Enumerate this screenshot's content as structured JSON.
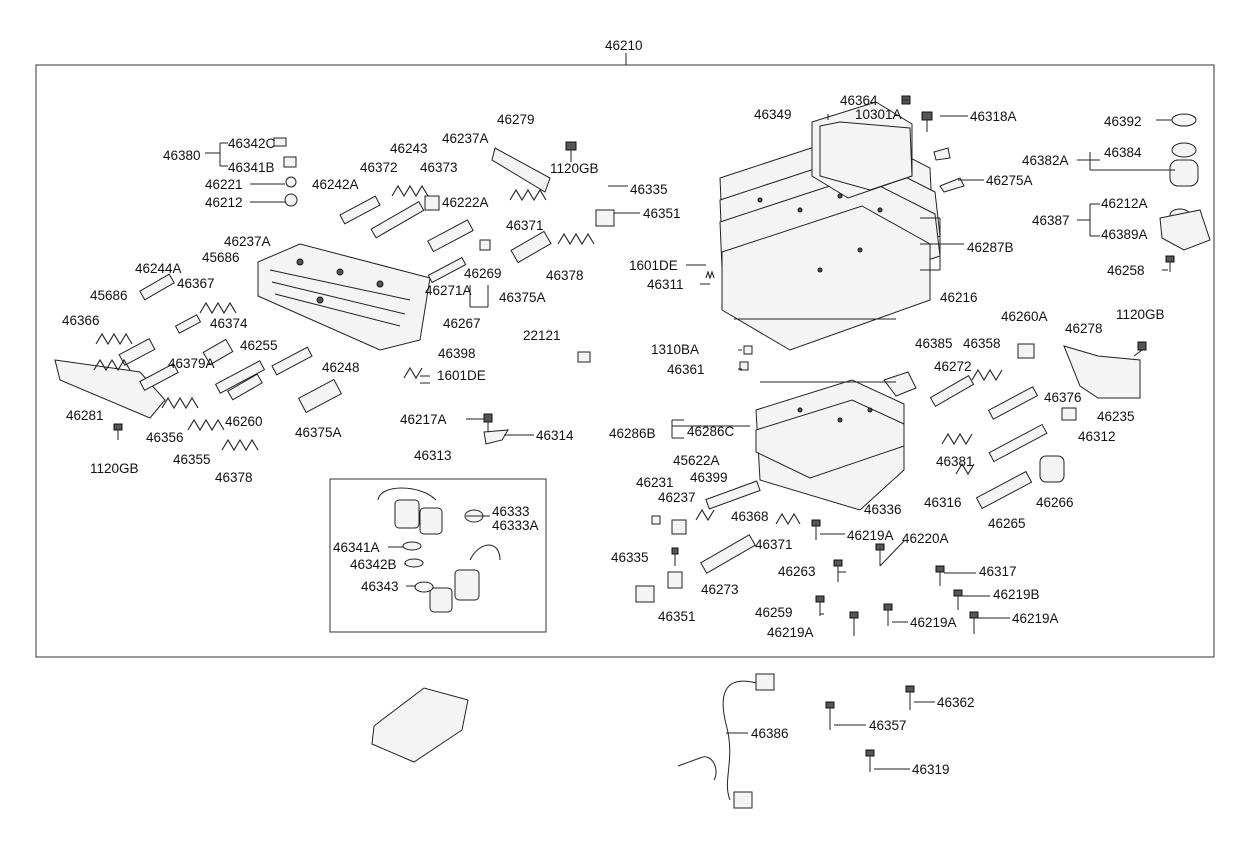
{
  "diagram": {
    "assembly_label": "46210",
    "labels": [
      {
        "id": "a1",
        "text": "46342C"
      },
      {
        "id": "a2",
        "text": "46380"
      },
      {
        "id": "a3",
        "text": "46341B"
      },
      {
        "id": "a4",
        "text": "46221"
      },
      {
        "id": "a5",
        "text": "46212"
      },
      {
        "id": "a6",
        "text": "46242A"
      },
      {
        "id": "a7",
        "text": "46243"
      },
      {
        "id": "a8",
        "text": "46372"
      },
      {
        "id": "a9",
        "text": "46373"
      },
      {
        "id": "a10",
        "text": "46237A"
      },
      {
        "id": "a11",
        "text": "46279"
      },
      {
        "id": "a12",
        "text": "1120GB"
      },
      {
        "id": "a13",
        "text": "46222A"
      },
      {
        "id": "a14",
        "text": "46371"
      },
      {
        "id": "a15",
        "text": "46335"
      },
      {
        "id": "a16",
        "text": "46351"
      },
      {
        "id": "a17",
        "text": "46237A"
      },
      {
        "id": "a18",
        "text": "45686"
      },
      {
        "id": "a19",
        "text": "46244A"
      },
      {
        "id": "a20",
        "text": "46367"
      },
      {
        "id": "a21",
        "text": "45686"
      },
      {
        "id": "a22",
        "text": "46366"
      },
      {
        "id": "a23",
        "text": "46374"
      },
      {
        "id": "a24",
        "text": "46379A"
      },
      {
        "id": "a25",
        "text": "46255"
      },
      {
        "id": "a26",
        "text": "46248"
      },
      {
        "id": "a27",
        "text": "46269"
      },
      {
        "id": "a28",
        "text": "46271A"
      },
      {
        "id": "a29",
        "text": "46267"
      },
      {
        "id": "a30",
        "text": "46375A"
      },
      {
        "id": "a31",
        "text": "46378"
      },
      {
        "id": "a32",
        "text": "22121"
      },
      {
        "id": "a33",
        "text": "46398"
      },
      {
        "id": "a34",
        "text": "1601DE"
      },
      {
        "id": "a35",
        "text": "46281"
      },
      {
        "id": "a36",
        "text": "46356"
      },
      {
        "id": "a37",
        "text": "46260"
      },
      {
        "id": "a38",
        "text": "46375A"
      },
      {
        "id": "a39",
        "text": "1120GB"
      },
      {
        "id": "a40",
        "text": "46355"
      },
      {
        "id": "a41",
        "text": "46378"
      },
      {
        "id": "a42",
        "text": "46217A"
      },
      {
        "id": "a43",
        "text": "46314"
      },
      {
        "id": "a44",
        "text": "46313"
      },
      {
        "id": "a45",
        "text": "46333"
      },
      {
        "id": "a46",
        "text": "46333A"
      },
      {
        "id": "a47",
        "text": "46341A"
      },
      {
        "id": "a48",
        "text": "46342B"
      },
      {
        "id": "a49",
        "text": "46343"
      },
      {
        "id": "b1",
        "text": "46364"
      },
      {
        "id": "b2",
        "text": "46349"
      },
      {
        "id": "b3",
        "text": "10301A"
      },
      {
        "id": "b4",
        "text": "46318A"
      },
      {
        "id": "b5",
        "text": "46392"
      },
      {
        "id": "b6",
        "text": "46384"
      },
      {
        "id": "b7",
        "text": "46382A"
      },
      {
        "id": "b8",
        "text": "46275A"
      },
      {
        "id": "b9",
        "text": "46212A"
      },
      {
        "id": "b10",
        "text": "46387"
      },
      {
        "id": "b11",
        "text": "46389A"
      },
      {
        "id": "b12",
        "text": "46287B"
      },
      {
        "id": "b13",
        "text": "1601DE"
      },
      {
        "id": "b14",
        "text": "46311"
      },
      {
        "id": "b15",
        "text": "46258"
      },
      {
        "id": "b16",
        "text": "46216"
      },
      {
        "id": "b17",
        "text": "1120GB"
      },
      {
        "id": "b18",
        "text": "46260A"
      },
      {
        "id": "b19",
        "text": "46278"
      },
      {
        "id": "b20",
        "text": "1310BA"
      },
      {
        "id": "b21",
        "text": "46385"
      },
      {
        "id": "b22",
        "text": "46358"
      },
      {
        "id": "b23",
        "text": "46361"
      },
      {
        "id": "b24",
        "text": "46272"
      },
      {
        "id": "b25",
        "text": "46376"
      },
      {
        "id": "b26",
        "text": "46235"
      },
      {
        "id": "b27",
        "text": "46286B"
      },
      {
        "id": "b28",
        "text": "46286C"
      },
      {
        "id": "b29",
        "text": "46312"
      },
      {
        "id": "b30",
        "text": "45622A"
      },
      {
        "id": "b31",
        "text": "46231"
      },
      {
        "id": "b32",
        "text": "46399"
      },
      {
        "id": "b33",
        "text": "46237"
      },
      {
        "id": "b34",
        "text": "46381"
      },
      {
        "id": "b35",
        "text": "46368"
      },
      {
        "id": "b36",
        "text": "46316"
      },
      {
        "id": "b37",
        "text": "46266"
      },
      {
        "id": "b38",
        "text": "46336"
      },
      {
        "id": "b39",
        "text": "46265"
      },
      {
        "id": "b40",
        "text": "46371"
      },
      {
        "id": "b41",
        "text": "46219A"
      },
      {
        "id": "b42",
        "text": "46220A"
      },
      {
        "id": "b43",
        "text": "46335"
      },
      {
        "id": "b44",
        "text": "46263"
      },
      {
        "id": "b45",
        "text": "46317"
      },
      {
        "id": "b46",
        "text": "46273"
      },
      {
        "id": "b47",
        "text": "46219B"
      },
      {
        "id": "b48",
        "text": "46351"
      },
      {
        "id": "b49",
        "text": "46259"
      },
      {
        "id": "b50",
        "text": "46219A"
      },
      {
        "id": "b51",
        "text": "46219A"
      },
      {
        "id": "b52",
        "text": "46219A"
      },
      {
        "id": "c1",
        "text": "46362"
      },
      {
        "id": "c2",
        "text": "46386"
      },
      {
        "id": "c3",
        "text": "46357"
      },
      {
        "id": "c4",
        "text": "46319"
      }
    ]
  }
}
